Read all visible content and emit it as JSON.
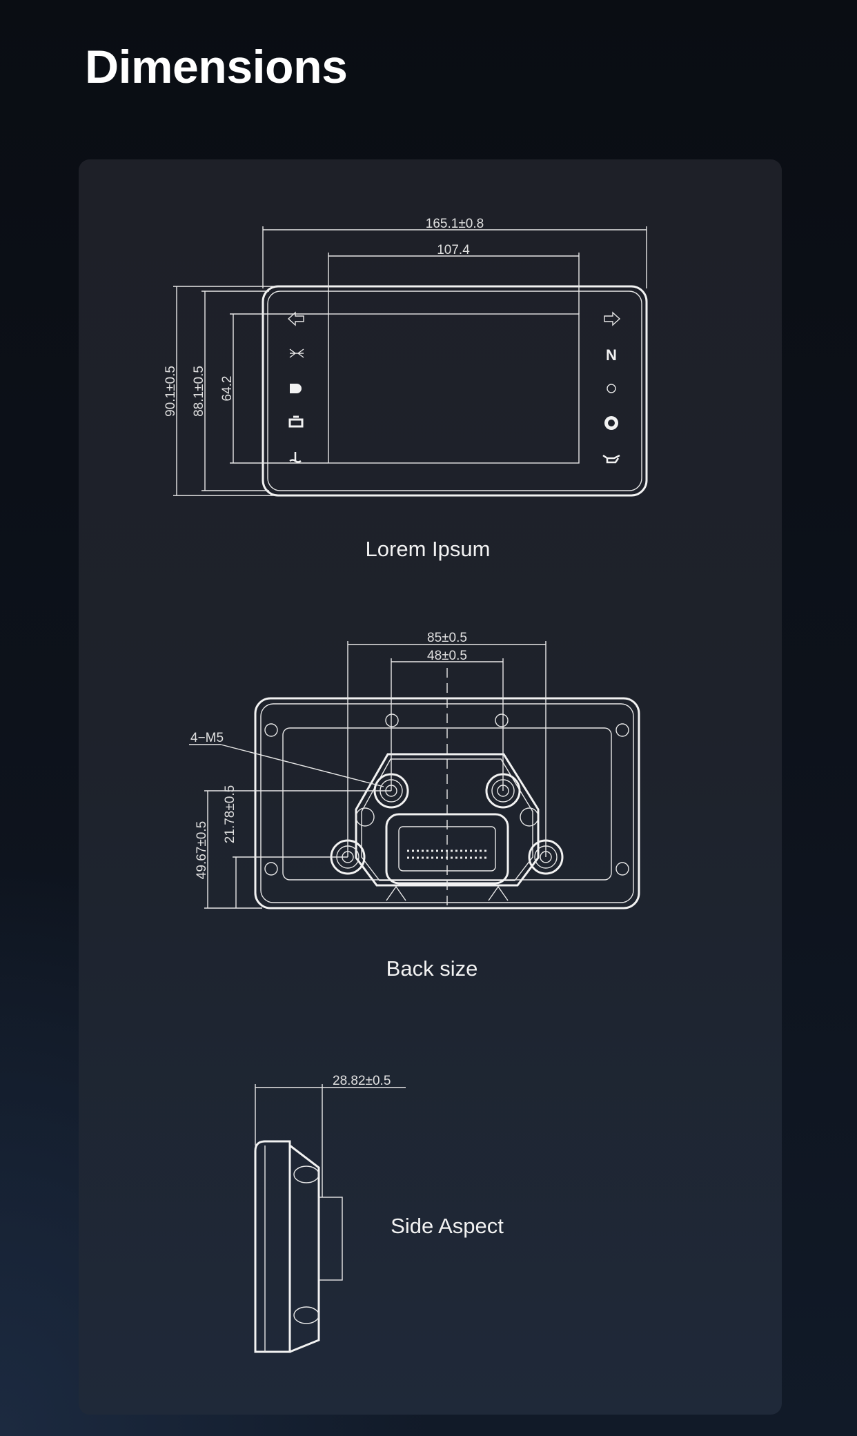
{
  "page": {
    "title": "Dimensions"
  },
  "front_view": {
    "caption": "Lorem Ipsum",
    "dims": {
      "overall_width": "165.1±0.8",
      "screen_width": "107.4",
      "overall_height": "90.1±0.5",
      "inner_height": "88.1±0.5",
      "screen_height": "64.2"
    },
    "indicator_icons_left": [
      "left-turn-arrow-icon",
      "high-beam-icon",
      "headlight-icon",
      "engine-check-icon",
      "coolant-temp-icon"
    ],
    "indicator_icons_right": [
      "right-turn-arrow-icon",
      "neutral-icon",
      "circle-indicator-icon",
      "brake-warning-icon",
      "oil-pressure-icon"
    ],
    "neutral_glyph": "N"
  },
  "back_view": {
    "caption": "Back size",
    "dims": {
      "outer_hole_spacing": "85±0.5",
      "inner_hole_spacing": "48±0.5",
      "thread_spec": "4−M5",
      "height_a": "49.67±0.5",
      "height_b": "21.78±0.5"
    }
  },
  "side_view": {
    "caption": "Side Aspect",
    "dims": {
      "depth": "28.82±0.5"
    }
  },
  "colors": {
    "line": "#e8e8e8",
    "card": "#1e2129",
    "background": "#0b0f17"
  }
}
